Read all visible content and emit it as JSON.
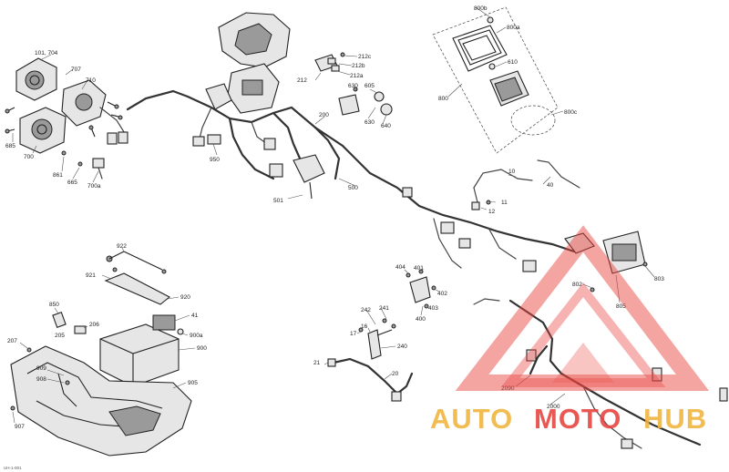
{
  "callouts": {
    "c800b": "800b",
    "c800a": "800a",
    "c800": "800",
    "c610": "610",
    "c800c": "800c",
    "c101": "101, 704",
    "c707": "707",
    "c710": "710",
    "c685": "685",
    "c700": "700",
    "c861": "861",
    "c665": "665",
    "c700a": "700a",
    "c212c": "212c",
    "c212b": "212b",
    "c212a": "212a",
    "c212": "212",
    "c630": "630",
    "c605": "605",
    "c630b": "630",
    "c640": "640",
    "c200": "200",
    "c950": "950",
    "c500": "500",
    "c501": "501",
    "c10": "10",
    "c40": "40",
    "c11": "11",
    "c12": "12",
    "c922": "922",
    "c921": "921",
    "c920": "920",
    "c850": "850",
    "c41": "41",
    "c206": "206",
    "c205": "205",
    "c900a": "900a",
    "c900": "900",
    "c207": "207",
    "c909": "909",
    "c908": "908",
    "c905": "905",
    "c907": "907",
    "c404": "404",
    "c401": "401",
    "c402": "402",
    "c403": "403",
    "c400": "400",
    "c242": "242",
    "c241": "241",
    "c17": "17",
    "c16": "16",
    "c240": "240",
    "c21": "21",
    "c20": "20",
    "c802": "802",
    "c803": "803",
    "c805": "805",
    "c2090": "2090",
    "c2000": "2000",
    "code": "UH-1-001"
  },
  "watermark": {
    "brand_left": "AUTO",
    "brand_mid": "MOTO",
    "brand_right": "HUB",
    "color_red": "#e8413c",
    "color_gold": "#f0b33a"
  }
}
